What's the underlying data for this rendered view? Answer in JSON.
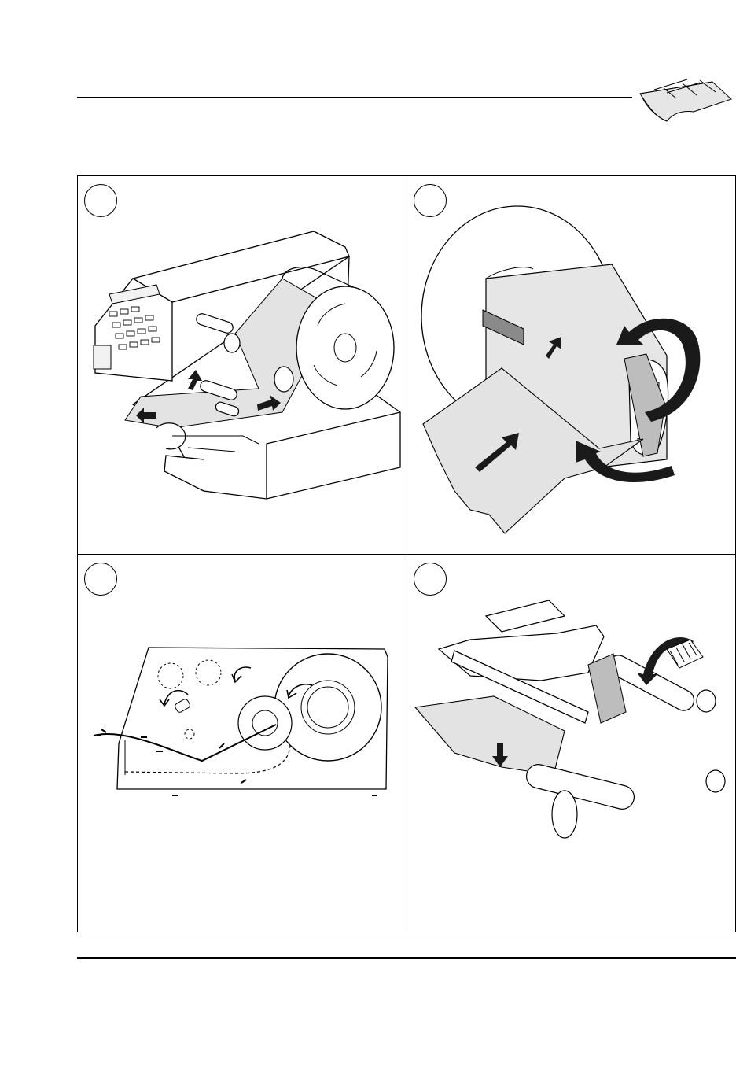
{
  "header": {
    "icon": "label-stock-icon"
  },
  "steps": [
    {
      "number": "",
      "illustration": "printer-media-loading-illustration"
    },
    {
      "number": "",
      "illustration": "media-roll-hub-illustration"
    },
    {
      "number": "",
      "illustration": "media-path-side-view-illustration"
    },
    {
      "number": "",
      "illustration": "printhead-mechanism-illustration"
    }
  ],
  "colors": {
    "line": "#000000",
    "media_fill": "#e3e3e3",
    "arrow_fill": "#1a1a1a"
  }
}
